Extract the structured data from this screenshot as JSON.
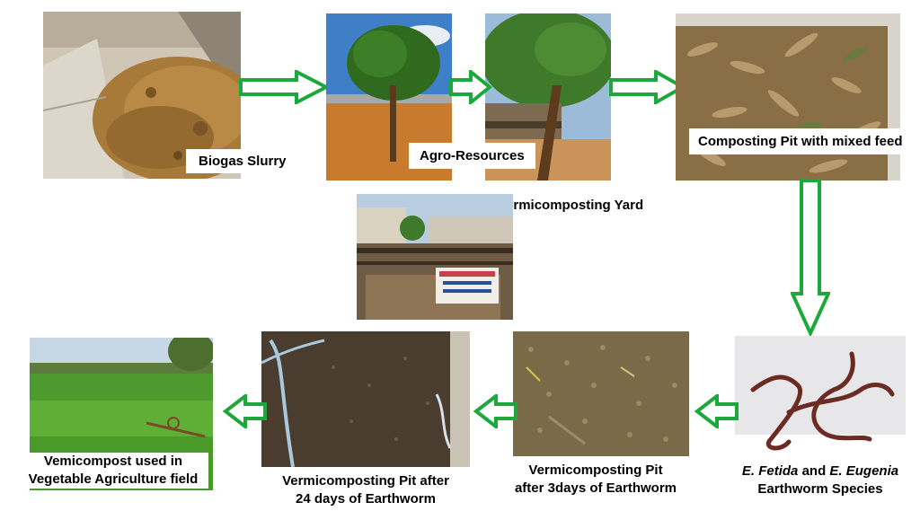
{
  "colors": {
    "arrow_stroke": "#1ca83a",
    "arrow_fill": "#ffffff",
    "label_bg": "#ffffff",
    "text": "#000000"
  },
  "steps": [
    {
      "id": "biogas",
      "label": "Biogas Slurry",
      "image": "biogas-slurry-photo"
    },
    {
      "id": "agro",
      "label": "Agro-Resources",
      "image": "mango-tree-photos"
    },
    {
      "id": "compost",
      "label": "Composting Pit with mixed feed",
      "image": "dry-leaves-pit-photo"
    },
    {
      "id": "worms",
      "label_species_1": "E. Fetida",
      "label_and": " and ",
      "label_species_2": "E. Eugenia",
      "label_line2": "Earthworm Species",
      "image": "earthworms-photo"
    },
    {
      "id": "pit3",
      "label_line1": "Vermicomposting Pit",
      "label_line2": "after 3days of Earthworm",
      "image": "pit-3-days-photo"
    },
    {
      "id": "pit24",
      "label_line1": "Vermicomposting Pit after",
      "label_line2": "24 days of Earthworm",
      "image": "pit-24-days-photo"
    },
    {
      "id": "field",
      "label_line1": "Vemicompost used in",
      "label_line2": "Vegetable Agriculture field",
      "image": "green-field-photo"
    }
  ],
  "yard": {
    "title": "Full view of Vermicomposting Yard",
    "image": "vermicomposting-yard-photo"
  }
}
